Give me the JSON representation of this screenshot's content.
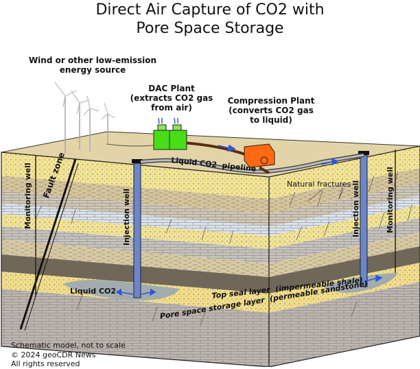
{
  "title": {
    "line1": "Direct Air Capture of CO2 with",
    "line2": "Pore Space Storage"
  },
  "labels": {
    "energy_source_1": "Wind or other low-emission",
    "energy_source_2": "energy source",
    "dac_1": "DAC Plant",
    "dac_2": "(extracts CO2 gas",
    "dac_3": "from air)",
    "compression_1": "Compression Plant",
    "compression_2": "(converts CO2 gas",
    "compression_3": "to liquid)",
    "pipeline": "Liquid CO2  pipeline",
    "fractures": "Natural fractures",
    "fault_zone": "Fault zone",
    "monitoring_well_left": "Monitoring well",
    "monitoring_well_right": "Monitoring well",
    "injection_well_left": "Injection well",
    "injection_well_right": "Injection well",
    "liquid_co2": "Liquid CO2",
    "top_seal": "Top seal layer  (impermeable shale)",
    "pore_space": "Pore space storage layer  (permeable sandstone)"
  },
  "footer": {
    "line1": "Schematic model, not to scale",
    "line2": "© 2024 geoCDR News",
    "line3": "All rights reserved"
  },
  "colors": {
    "surface": "#e3d4a8",
    "sand_yellow": "#f3e394",
    "tan": "#d5c49a",
    "gray_layer": "#c6c3bd",
    "light_blue": "#dbe3ec",
    "seal_dark": "#6f6757",
    "storage_yellow": "#f1dd8a",
    "basement_gray": "#bdb5b0",
    "dac_green": "#48dd16",
    "compression_orange": "#ff6a10",
    "arrow_blue": "#2f55d8",
    "co2_plume": "#9aa6b2"
  }
}
